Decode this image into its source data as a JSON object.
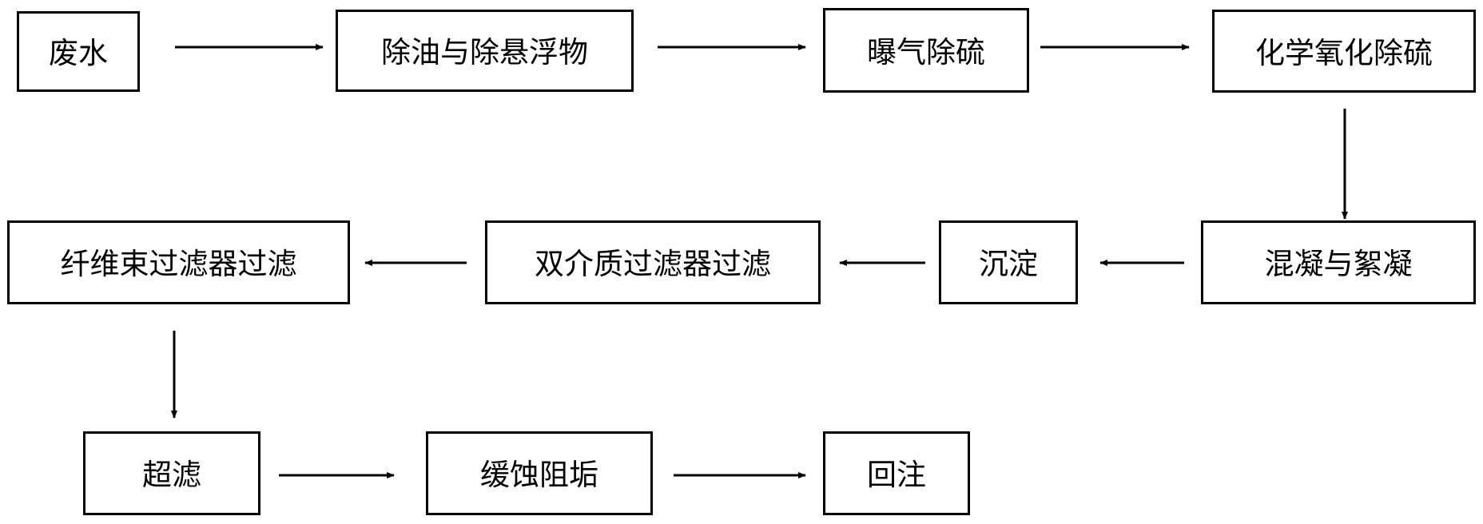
{
  "nodes": [
    {
      "label": "废水"
    },
    {
      "label": "除油与除悬浮物"
    },
    {
      "label": "曝气除硫"
    },
    {
      "label": "化学氧化除硫"
    },
    {
      "label": "混凝与絮凝"
    },
    {
      "label": "沉淀"
    },
    {
      "label": "双介质过滤器过滤"
    },
    {
      "label": "纤维束过滤器过滤"
    },
    {
      "label": "超滤"
    },
    {
      "label": "缓蚀阻垢"
    },
    {
      "label": "回注"
    }
  ],
  "edges": [
    [
      0,
      1
    ],
    [
      1,
      2
    ],
    [
      2,
      3
    ],
    [
      3,
      4
    ],
    [
      4,
      5
    ],
    [
      5,
      6
    ],
    [
      6,
      7
    ],
    [
      7,
      8
    ],
    [
      8,
      9
    ],
    [
      9,
      10
    ]
  ],
  "colors": {
    "stroke": "#000000",
    "background": "#ffffff"
  }
}
